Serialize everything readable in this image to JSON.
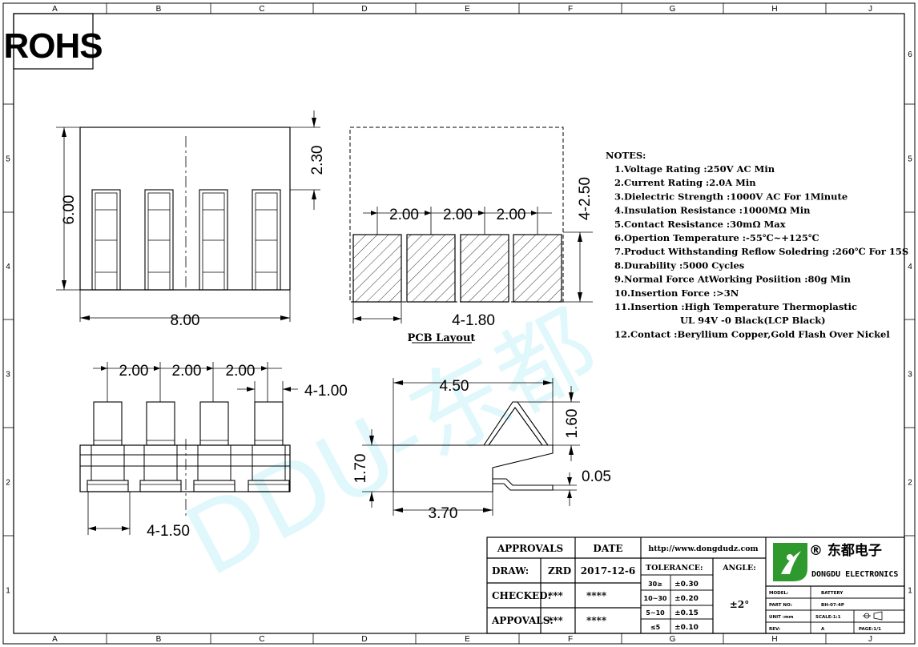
{
  "rohs": "ROHS",
  "zones": {
    "columns": [
      "A",
      "B",
      "C",
      "D",
      "E",
      "F",
      "G",
      "H",
      "J"
    ],
    "rows": [
      "6",
      "5",
      "4",
      "3",
      "2",
      "1"
    ]
  },
  "watermark": "DDU-东都",
  "dims": {
    "top_width": "8.00",
    "top_height": "6.00",
    "top_offset": "2.30",
    "pcb_pitch": "2.00",
    "pcb_height": "4-2.50",
    "pcb_width": "4-1.80",
    "pcb_title": "PCB Layout",
    "front_pitch": "2.00",
    "front_pin": "4-1.00",
    "front_bottom": "4-1.50",
    "side_width": "4.50",
    "side_spring": "1.60",
    "side_height": "1.70",
    "side_thickness": "0.05",
    "side_base": "3.70"
  },
  "notes": {
    "header": "NOTES:",
    "items": [
      "1.Voltage Rating :250V AC Min",
      "2.Current Rating :2.0A Min",
      "3.Dielectric Strength :1000V AC For 1Minute",
      "4.Insulation Resistance :1000MΩ Min",
      "5.Contact Resistance :30mΩ Max",
      "6.Opertion Temperature :-55℃~+125℃",
      "7.Product Withstanding Reflow Soledring :260℃ For 15S",
      "8.Durability :5000 Cycles",
      "9.Normal Force AtWorking Posiition :80g Min",
      "10.Insertion Force :>3N",
      "11.Insertion :High Temperature Thermoplastic",
      "UL 94V -0 Black(LCP Black)",
      "12.Contact :Beryllium Copper,Gold Flash Over Nickel"
    ]
  },
  "title_block": {
    "approvals_header": "APPROVALS",
    "date_header": "DATE",
    "draw_label": "DRAW:",
    "draw_name": "ZRD",
    "draw_date": "2017-12-6",
    "checked_label": "CHECKED:",
    "checked_name": "***",
    "checked_date": "****",
    "approvals_label": "APPOVALS:",
    "approvals_name": "***",
    "approvals_date": "****",
    "website": "http://www.dongdudz.com",
    "tolerance_header": "TOLERANCE:",
    "angle_header": "ANGLE:",
    "angle_value": "±2°",
    "tolerance_rows": [
      {
        "range": "30≥",
        "value": "±0.30"
      },
      {
        "range": "10~30",
        "value": "±0.20"
      },
      {
        "range": "5~10",
        "value": "±0.15"
      },
      {
        "range": "≤5",
        "value": "±0.10"
      }
    ],
    "company_cn": "® 东都电子",
    "company_en": "DONGDU ELECTRONICS",
    "model_label": "MODEL:",
    "model_value": "BATTERY",
    "part_label": "PART NO:",
    "part_value": "BH-07-4P",
    "unit_label": "UNIT :mm",
    "scale_label": "SCALE:1:1",
    "rev_label": "REV:",
    "rev_value": "A",
    "page_label": "PAGE:1/1",
    "logo_color": "#2e9a2e"
  }
}
